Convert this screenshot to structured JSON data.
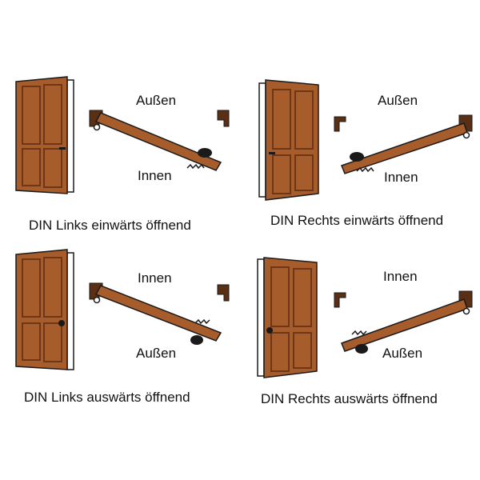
{
  "colors": {
    "door_wood": "#a75c2c",
    "door_panel_line": "#6e3516",
    "frame_block": "#5a2f14",
    "outline": "#1a1a1a",
    "frame_gray": "#dcdcdc"
  },
  "panels": [
    {
      "top_label": "Außen",
      "bottom_label": "Innen",
      "caption": "DIN Links einwärts öffnend"
    },
    {
      "top_label": "Außen",
      "bottom_label": "Innen",
      "caption": "DIN Rechts einwärts öffnend"
    },
    {
      "top_label": "Innen",
      "bottom_label": "Außen",
      "caption": "DIN Links auswärts öffnend"
    },
    {
      "top_label": "Innen",
      "bottom_label": "Außen",
      "caption": "DIN Rechts auswärts öffnend"
    }
  ]
}
